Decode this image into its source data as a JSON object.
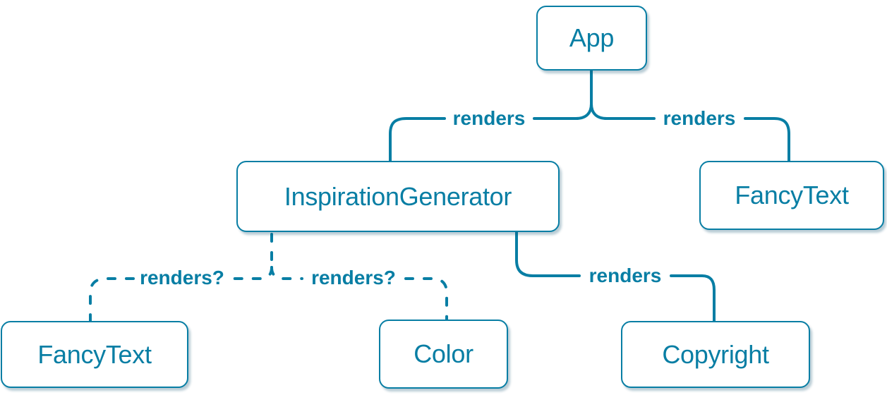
{
  "diagram": {
    "description": "React render tree diagram",
    "colors": {
      "accent": "#087ea4",
      "node_background": "#ffffff"
    },
    "nodes": [
      {
        "id": "app",
        "label": "App"
      },
      {
        "id": "inspiration-generator",
        "label": "InspirationGenerator"
      },
      {
        "id": "fancy-text-top",
        "label": "FancyText"
      },
      {
        "id": "fancy-text-bottom",
        "label": "FancyText"
      },
      {
        "id": "color",
        "label": "Color"
      },
      {
        "id": "copyright",
        "label": "Copyright"
      }
    ],
    "edges": [
      {
        "from": "app",
        "to": "inspiration-generator",
        "label": "renders",
        "style": "solid"
      },
      {
        "from": "app",
        "to": "fancy-text-top",
        "label": "renders",
        "style": "solid"
      },
      {
        "from": "inspiration-generator",
        "to": "fancy-text-bottom",
        "label": "renders?",
        "style": "dashed"
      },
      {
        "from": "inspiration-generator",
        "to": "color",
        "label": "renders?",
        "style": "dashed"
      },
      {
        "from": "inspiration-generator",
        "to": "copyright",
        "label": "renders",
        "style": "solid"
      }
    ]
  }
}
